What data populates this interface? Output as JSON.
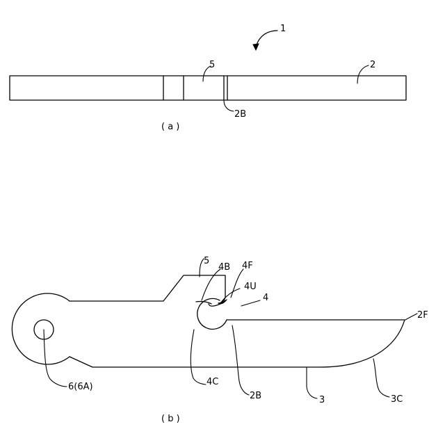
{
  "figure_a": {
    "caption": "( a )",
    "labels": {
      "assembly": "1",
      "body": "2",
      "part5": "5",
      "edge2B": "2B"
    }
  },
  "figure_b": {
    "caption": "( b )",
    "labels": {
      "part5": "5",
      "l4B": "4B",
      "l4F": "4F",
      "l4U": "4U",
      "l4": "4",
      "l2F": "2F",
      "l6": "6(6A)",
      "l4C": "4C",
      "l2B": "2B",
      "l3": "3",
      "l3C": "3C"
    }
  }
}
